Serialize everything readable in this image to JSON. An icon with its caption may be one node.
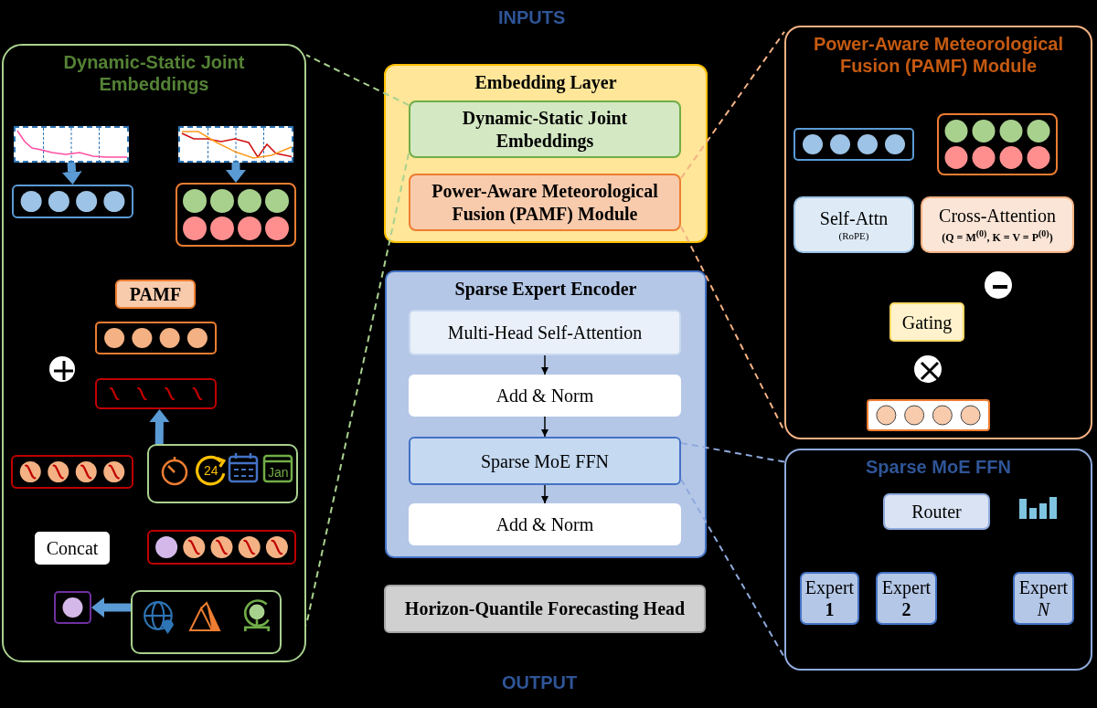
{
  "diagram": {
    "nodes": [
      {
        "text": [
          "Dynamic-Static Joint Embeddings"
        ]
      },
      {
        "text": [],
        "shape": "picture",
        "in": 0
      },
      {
        "text": [],
        "shape": "picture",
        "in": 0
      },
      {
        "text": [],
        "shape": "box",
        "in": 0
      },
      {
        "text": [],
        "shape": "box",
        "in": 0
      },
      {
        "text": [
          "PAMF"
        ],
        "in": 0
      },
      {
        "text": [],
        "shape": "box",
        "in": 0
      },
      {
        "text": [],
        "shape": "circle",
        "in": 0
      },
      {
        "text": [],
        "shape": "box",
        "in": 0
      },
      {
        "text": [],
        "shape": "box",
        "in": 0
      },
      {
        "text": [],
        "shape": "box",
        "in": 0
      },
      {
        "text": [
          "Concat"
        ],
        "in": 0
      },
      {
        "text": [],
        "shape": "box",
        "in": 0
      },
      {
        "text": [],
        "shape": "box",
        "in": 0
      },
      {
        "text": [],
        "shape": "box",
        "in": 0
      },
      {
        "text": [
          "Embedding Layer"
        ]
      },
      {
        "text": [
          "Dynamic-Static Joint Embeddings"
        ],
        "in": 15
      },
      {
        "text": [
          "Power-Aware Meteorological Fusion (PAMF) Module"
        ],
        "in": 15
      },
      {
        "text": [
          "Sparse Expert Encoder"
        ]
      },
      {
        "text": [
          "Multi-Head Self-Attention"
        ],
        "in": 18
      },
      {
        "text": [
          "Add & Norm"
        ],
        "in": 18
      },
      {
        "text": [
          "Sparse MoE FFN"
        ],
        "in": 18
      },
      {
        "text": [
          "Add & Norm"
        ],
        "in": 18
      },
      {
        "text": [
          "Horizon-Quantile Forecasting Head"
        ]
      },
      {
        "text": [
          "Power-Aware Meteorological Fusion (PAMF) Module"
        ]
      },
      {
        "text": [],
        "shape": "box",
        "in": 24
      },
      {
        "text": [],
        "shape": "box",
        "in": 24
      },
      {
        "text": [
          "Self-Attn",
          "(RoPE)"
        ],
        "in": 24
      },
      {
        "text": [
          "Cross-Attention",
          "(Q = M$^{(0)}$, K = V = P$^{(0)}$)"
        ],
        "in": 24
      },
      {
        "text": [],
        "shape": "circle",
        "in": 24
      },
      {
        "text": [
          "Gating"
        ],
        "in": 24
      },
      {
        "text": [],
        "shape": "circle",
        "in": 24
      },
      {
        "text": [],
        "shape": "box",
        "in": 24
      },
      {
        "text": [
          "Sparse MoE FFN"
        ]
      },
      {
        "text": [
          "Router"
        ],
        "in": 33
      },
      {
        "text": [
          "Expert **1**"
        ],
        "in": 33
      },
      {
        "text": [
          "Expert **2**"
        ],
        "in": 33
      },
      {
        "text": [
          "Expert *N*"
        ],
        "in": 33
      }
    ],
    "edges": [
      {
        "from": 1,
        "to": 3,
        "arrow": "to",
        "style": "thick",
        "color": "#5b9bd5"
      },
      {
        "from": 2,
        "to": 4,
        "arrow": "to",
        "style": "thick",
        "color": "#5b9bd5"
      },
      {
        "from": 9,
        "to": 8,
        "arrow": "to",
        "style": "thick",
        "color": "#5b9bd5"
      },
      {
        "from": 14,
        "to": 13,
        "arrow": "to",
        "style": "thick",
        "color": "#5b9bd5"
      },
      {
        "from": 19,
        "to": 20,
        "arrow": "to",
        "color": "#000000"
      },
      {
        "from": 20,
        "to": 21,
        "arrow": "to",
        "color": "#000000"
      },
      {
        "from": 21,
        "to": 22,
        "arrow": "to",
        "color": "#000000"
      },
      {
        "from": 16,
        "to": 0,
        "arrow": "none",
        "style": "dashed",
        "color": "#a9d18e"
      },
      {
        "from": 16,
        "to": 0,
        "arrow": "none",
        "style": "dashed",
        "color": "#a9d18e"
      },
      {
        "from": 17,
        "to": 24,
        "arrow": "none",
        "style": "dashed",
        "color": "#f4b183"
      },
      {
        "from": 17,
        "to": 24,
        "arrow": "none",
        "style": "dashed",
        "color": "#f4b183"
      },
      {
        "from": 21,
        "to": 33,
        "arrow": "none",
        "style": "dashed",
        "color": "#8faadc"
      },
      {
        "from": 21,
        "to": 33,
        "arrow": "none",
        "style": "dashed",
        "color": "#8faadc"
      }
    ],
    "labels": [
      "INPUTS",
      "OUTPUT",
      "24",
      "Jan"
    ]
  }
}
